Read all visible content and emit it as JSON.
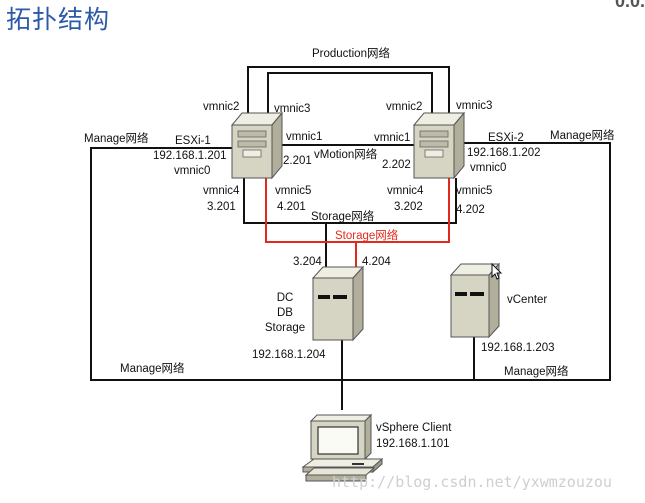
{
  "title": "拓扑结构",
  "corner_text": "0.0.",
  "colors": {
    "title": "#2c5aa8",
    "storage_link": "#e02a1e",
    "line": "#111111",
    "device": "#d6d4c2"
  },
  "networks": {
    "production": "Production网络",
    "manage_left_top": "Manage网络",
    "manage_right_top": "Manage网络",
    "vmotion": "vMotion网络",
    "storage": "Storage网络",
    "storage_red": "Storage网络",
    "manage_bottom_left": "Manage网络",
    "manage_bottom_right": "Manage网络"
  },
  "esxi1": {
    "name": "ESXi-1",
    "ip": "192.168.1.201",
    "vmnic0": "vmnic0",
    "vmnic1": "vmnic1",
    "vmnic1_ip": "2.201",
    "vmnic2": "vmnic2",
    "vmnic3": "vmnic3",
    "vmnic4": "vmnic4",
    "vmnic4_ip": "3.201",
    "vmnic5": "vmnic5",
    "vmnic5_ip": "4.201"
  },
  "esxi2": {
    "name": "ESXi-2",
    "ip": "192.168.1.202",
    "vmnic0": "vmnic0",
    "vmnic1": "vmnic1",
    "vmnic1_ip": "2.202",
    "vmnic2": "vmnic2",
    "vmnic3": "vmnic3",
    "vmnic4": "vmnic4",
    "vmnic4_ip": "3.202",
    "vmnic5": "vmnic5",
    "vmnic5_ip": "4.202"
  },
  "storage_server": {
    "role1": "DC",
    "role2": "DB",
    "role3": "Storage",
    "ip": "192.168.1.204",
    "port_left": "3.204",
    "port_right": "4.204"
  },
  "vcenter": {
    "name": "vCenter",
    "ip": "192.168.1.203"
  },
  "client": {
    "name": "vSphere Client",
    "ip": "192.168.1.101"
  },
  "watermark": "http://blog.csdn.net/yxwmzouzou"
}
